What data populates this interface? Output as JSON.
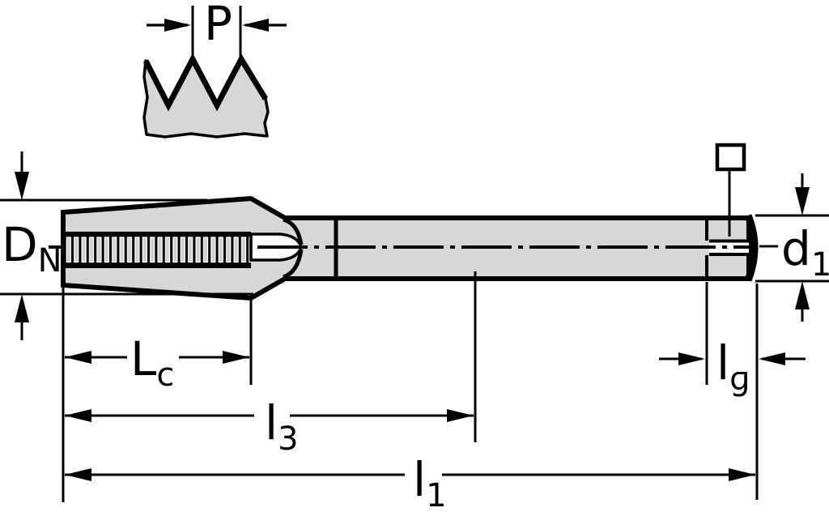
{
  "colors": {
    "background": "#ffffff",
    "line": "#000000",
    "body_fill": "#d7d7d7",
    "tooth_fill": "#cfcfcf",
    "tooth_outline": "#ffffff"
  },
  "labels": {
    "pitch": {
      "main": "P",
      "sub": ""
    },
    "nominal_diameter": {
      "main": "D",
      "sub": "N"
    },
    "chamfer_length": {
      "main": "L",
      "sub": "c"
    },
    "thread_length": {
      "main": "l",
      "sub": "3"
    },
    "overall_length": {
      "main": "l",
      "sub": "1"
    },
    "square_length": {
      "main": "l",
      "sub": "ɡ"
    },
    "shank_diameter": {
      "main": "d",
      "sub": "1"
    }
  }
}
